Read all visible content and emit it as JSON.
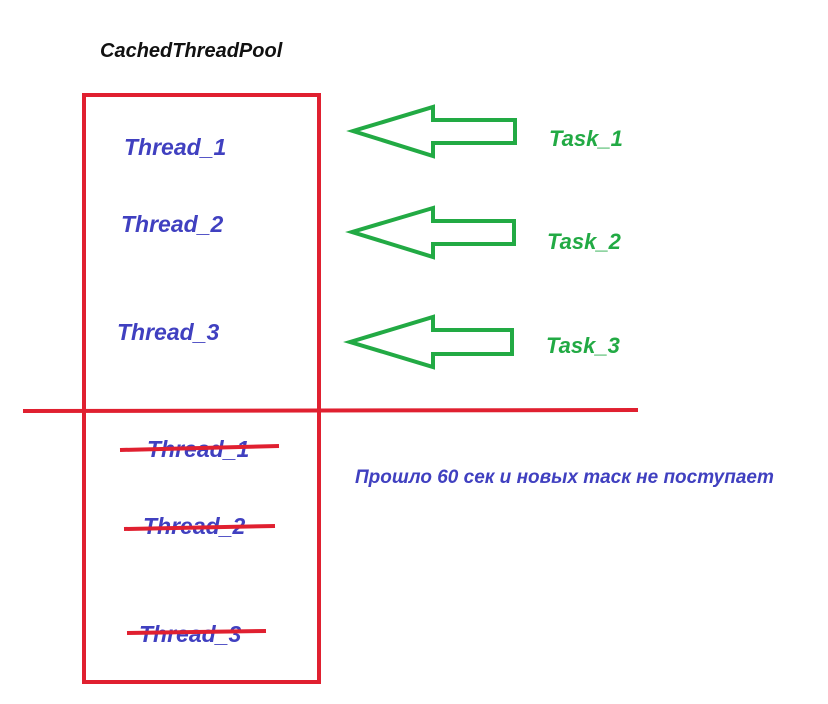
{
  "title": "CachedThreadPool",
  "colors": {
    "title": "#111111",
    "thread": "#4040c0",
    "task": "#22aa44",
    "pool_border": "#e02030",
    "strike": "#e02030",
    "arrow": "#22aa44",
    "note": "#4040c0"
  },
  "active_threads": [
    "Thread_1",
    "Thread_2",
    "Thread_3"
  ],
  "tasks": [
    "Task_1",
    "Task_2",
    "Task_3"
  ],
  "terminated_threads": [
    "Thread_1",
    "Thread_2",
    "Thread_3"
  ],
  "note": "Прошло 60 сек и новых таск не поступает"
}
